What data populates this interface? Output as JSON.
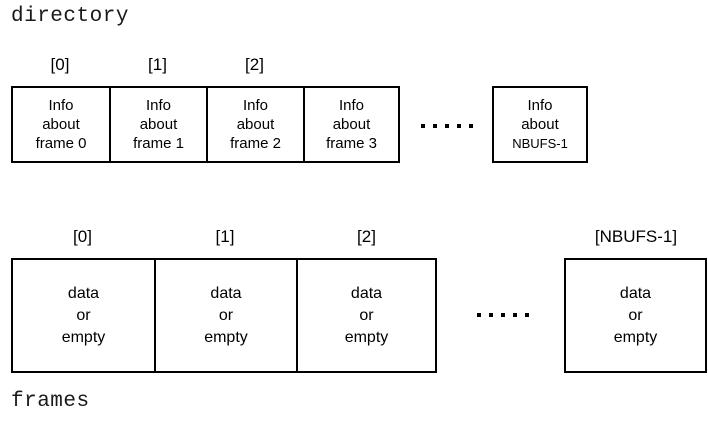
{
  "diagram": {
    "title_directory": "directory",
    "title_frames": "frames",
    "directory": {
      "index_labels": [
        "[0]",
        "[1]",
        "[2]"
      ],
      "cells": [
        {
          "line1": "Info",
          "line2": "about",
          "line3": "frame 0"
        },
        {
          "line1": "Info",
          "line2": "about",
          "line3": "frame 1"
        },
        {
          "line1": "Info",
          "line2": "about",
          "line3": "frame 2"
        },
        {
          "line1": "Info",
          "line2": "about",
          "line3": "frame 3"
        }
      ],
      "ellipsis": "• • • • •",
      "last_cell": {
        "line1": "Info",
        "line2": "about",
        "line3": "NBUFS-1"
      }
    },
    "frames": {
      "index_labels": [
        "[0]",
        "[1]",
        "[2]"
      ],
      "last_index_label": "[NBUFS-1]",
      "cells": [
        {
          "line1": "data",
          "line2": "or",
          "line3": "empty"
        },
        {
          "line1": "data",
          "line2": "or",
          "line3": "empty"
        },
        {
          "line1": "data",
          "line2": "or",
          "line3": "empty"
        }
      ],
      "ellipsis": "• • • • •",
      "last_cell": {
        "line1": "data",
        "line2": "or",
        "line3": "empty"
      }
    },
    "colors": {
      "stroke": "#000000",
      "background": "#ffffff",
      "text": "#000000"
    }
  }
}
